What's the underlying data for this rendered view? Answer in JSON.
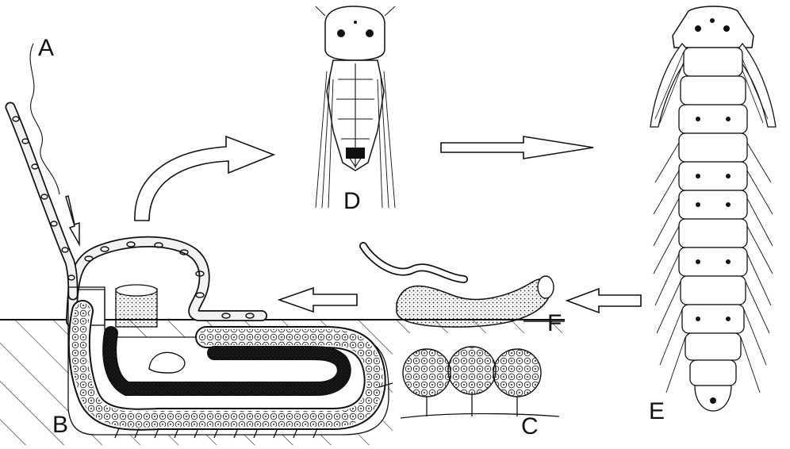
{
  "labels": {
    "a": "A",
    "b": "B",
    "c": "C",
    "d": "D",
    "e": "E",
    "f": "F"
  },
  "colors": {
    "ink": "#111111",
    "paper": "#ffffff",
    "stipple": "#cfcfcf",
    "tube_band": "#f2f2f2"
  }
}
